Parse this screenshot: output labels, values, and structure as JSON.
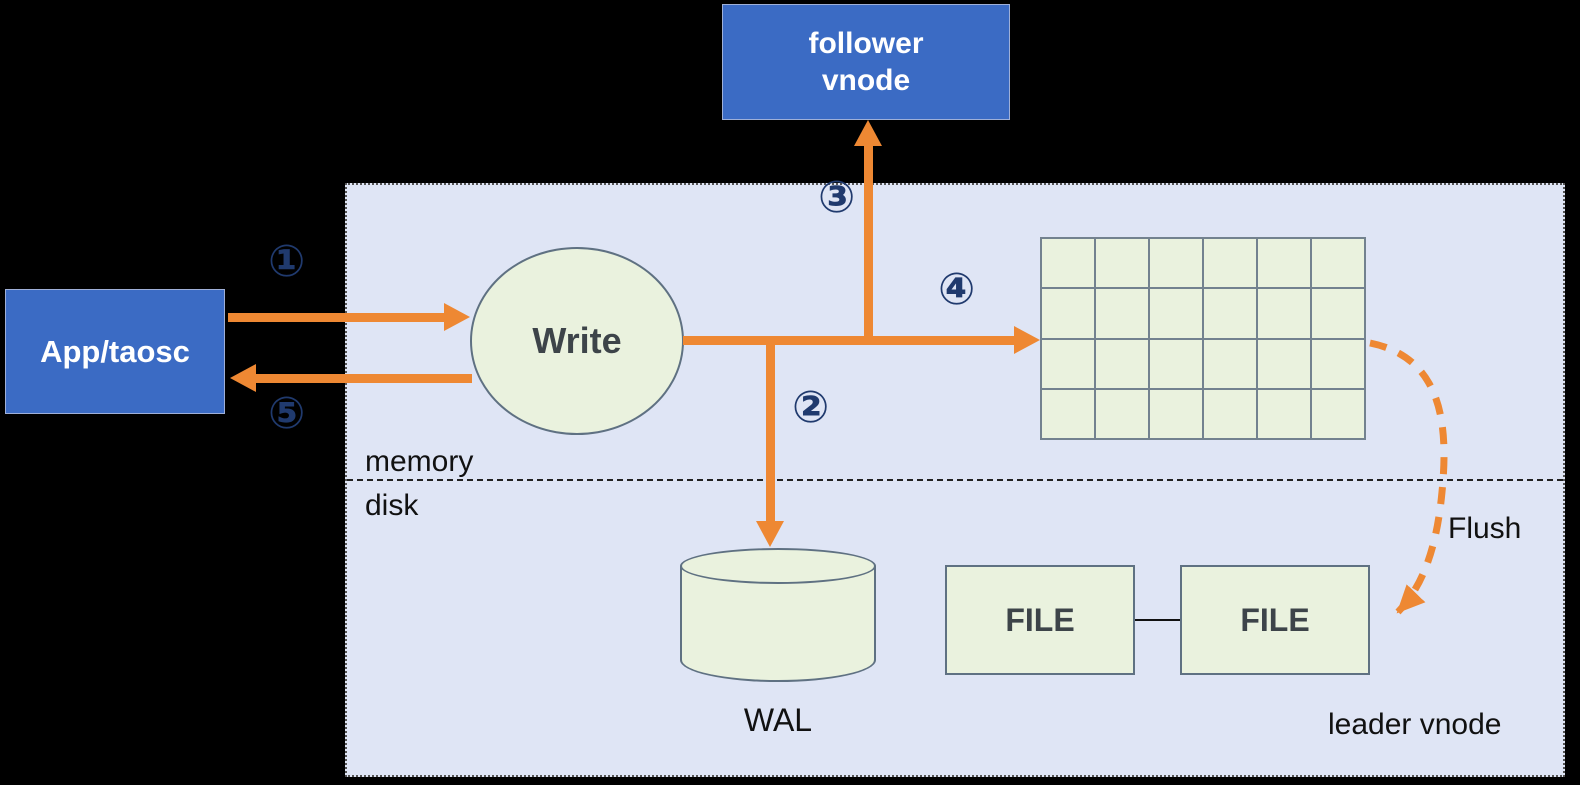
{
  "colors": {
    "blue_box": "#3b6bc4",
    "container_fill": "#dfe5f5",
    "green_fill": "#eaf2de",
    "arrow_orange": "#ee8833",
    "step_navy": "#203a6e",
    "node_border": "#5f7182"
  },
  "nodes": {
    "follower_vnode": {
      "lines": [
        "follower",
        "vnode"
      ]
    },
    "app_taosc": {
      "label": "App/taosc"
    },
    "write": {
      "label": "Write"
    },
    "wal": {
      "label": "WAL"
    },
    "file": {
      "label": "FILE"
    },
    "leader_vnode": {
      "label": "leader vnode"
    }
  },
  "labels": {
    "memory": "memory",
    "disk": "disk",
    "flush": "Flush"
  },
  "steps": {
    "s1": "①",
    "s2": "②",
    "s3": "③",
    "s4": "④",
    "s5": "⑤"
  },
  "grid": {
    "rows": 4,
    "cols": 6
  }
}
